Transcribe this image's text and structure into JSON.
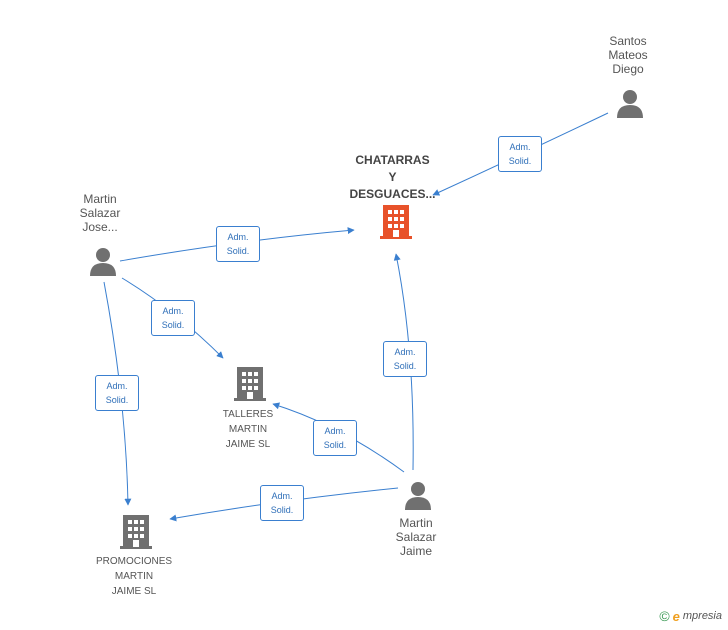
{
  "nodes": {
    "chatarras": {
      "label": "CHATARRAS\nY\nDESGUACES..."
    },
    "santos": {
      "label": "Santos\nMateos\nDiego"
    },
    "martin_jose": {
      "label": "Martin\nSalazar\nJose..."
    },
    "talleres": {
      "label": "TALLERES\nMARTIN\nJAIME SL"
    },
    "promociones": {
      "label": "PROMOCIONES\nMARTIN\nJAIME SL"
    },
    "martin_jaime": {
      "label": "Martin\nSalazar\nJaime"
    }
  },
  "edge_label": {
    "line1": "Adm.",
    "line2": "Solid."
  },
  "colors": {
    "edge": "#3a7fcf",
    "main_company": "#e8522a",
    "company": "#707070",
    "person": "#707070"
  },
  "footer": {
    "copyright_symbol": "©",
    "brand_initial": "e",
    "brand_rest": "mpresia"
  }
}
